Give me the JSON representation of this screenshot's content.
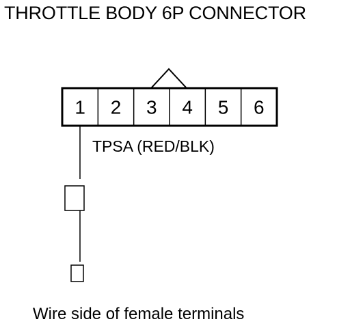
{
  "diagram": {
    "title": "THROTTLE BODY 6P CONNECTOR",
    "connector": {
      "pins": [
        "1",
        "2",
        "3",
        "4",
        "5",
        "6"
      ]
    },
    "wire_label": "TPSA (RED/BLK)",
    "caption": "Wire side of female terminals"
  },
  "colors": {
    "line": "#000000",
    "background": "#ffffff"
  }
}
